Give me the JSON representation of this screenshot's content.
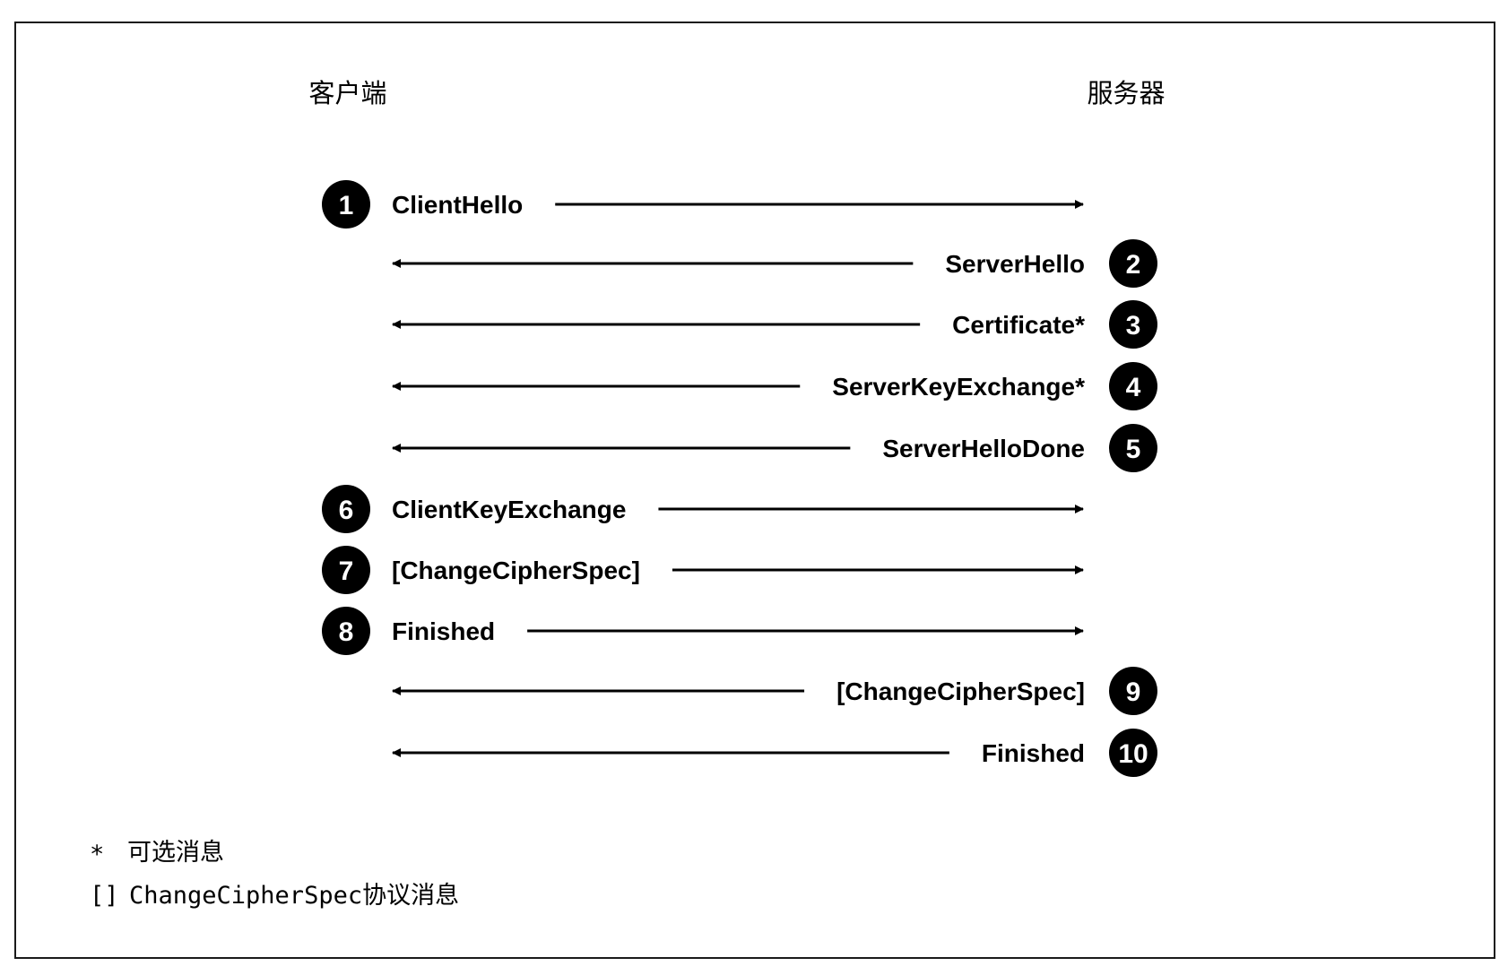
{
  "parties": {
    "client": "客户端",
    "server": "服务器"
  },
  "messages": [
    {
      "step": "1",
      "label": "ClientHello",
      "direction": "client-to-server"
    },
    {
      "step": "2",
      "label": "ServerHello",
      "direction": "server-to-client"
    },
    {
      "step": "3",
      "label": "Certificate*",
      "direction": "server-to-client"
    },
    {
      "step": "4",
      "label": "ServerKeyExchange*",
      "direction": "server-to-client"
    },
    {
      "step": "5",
      "label": "ServerHelloDone",
      "direction": "server-to-client"
    },
    {
      "step": "6",
      "label": "ClientKeyExchange",
      "direction": "client-to-server"
    },
    {
      "step": "7",
      "label": "[ChangeCipherSpec]",
      "direction": "client-to-server"
    },
    {
      "step": "8",
      "label": "Finished",
      "direction": "client-to-server"
    },
    {
      "step": "9",
      "label": "[ChangeCipherSpec]",
      "direction": "server-to-client"
    },
    {
      "step": "10",
      "label": "Finished",
      "direction": "server-to-client"
    }
  ],
  "legend": [
    {
      "symbol": "*",
      "text": "可选消息"
    },
    {
      "symbol": "[]",
      "text": "ChangeCipherSpec协议消息"
    }
  ]
}
